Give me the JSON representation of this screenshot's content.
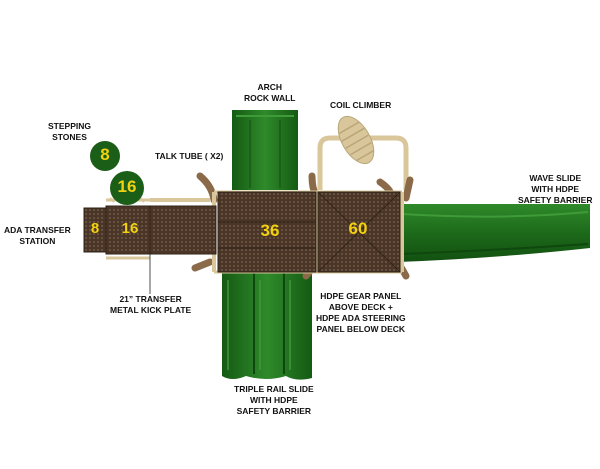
{
  "labels": {
    "stepping_stones": [
      "STEPPING",
      "STONES"
    ],
    "arch_rock_wall": [
      "ARCH",
      "ROCK WALL"
    ],
    "coil_climber": "COIL CLIMBER",
    "talk_tube": "TALK TUBE ( X2)",
    "wave_slide": [
      "WAVE SLIDE",
      "WITH HDPE",
      "SAFETY BARRIER"
    ],
    "ada_transfer": [
      "ADA TRANSFER",
      "STATION"
    ],
    "kick_plate": [
      "21” TRANSFER",
      "METAL KICK PLATE"
    ],
    "gear_panel": [
      "HDPE GEAR PANEL",
      "ABOVE DECK +",
      "HDPE ADA STEERING",
      "PANEL BELOW DECK"
    ],
    "triple_rail": [
      "TRIPLE RAIL SLIDE",
      "WITH HDPE",
      "SAFETY BARRIER"
    ]
  },
  "heights": {
    "stone_small": "8",
    "stone_large": "16",
    "deck_8": "8",
    "deck_16": "16",
    "deck_36": "36",
    "deck_60": "60"
  },
  "colors": {
    "slide_green": "#1f6e1c",
    "deck_brown": "#4a3526",
    "frame_tan": "#d9c79b",
    "number_yellow": "#f2d20e"
  }
}
